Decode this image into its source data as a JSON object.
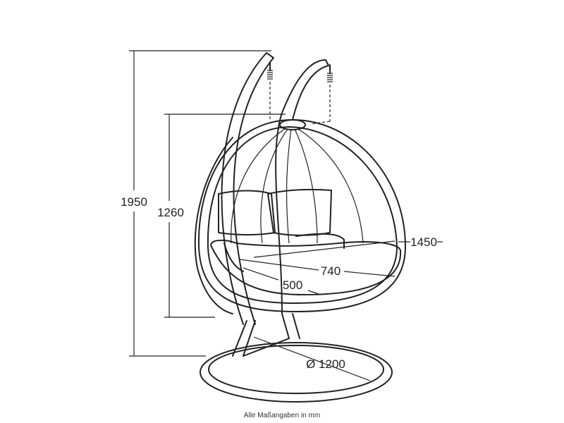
{
  "dimensions": {
    "total_height": "1950",
    "pod_height": "1260",
    "width": "1450",
    "seat_width": "740",
    "seat_depth": "500",
    "base_diameter": "Ø 1200"
  },
  "caption": "Alle Maßangaben in mm"
}
